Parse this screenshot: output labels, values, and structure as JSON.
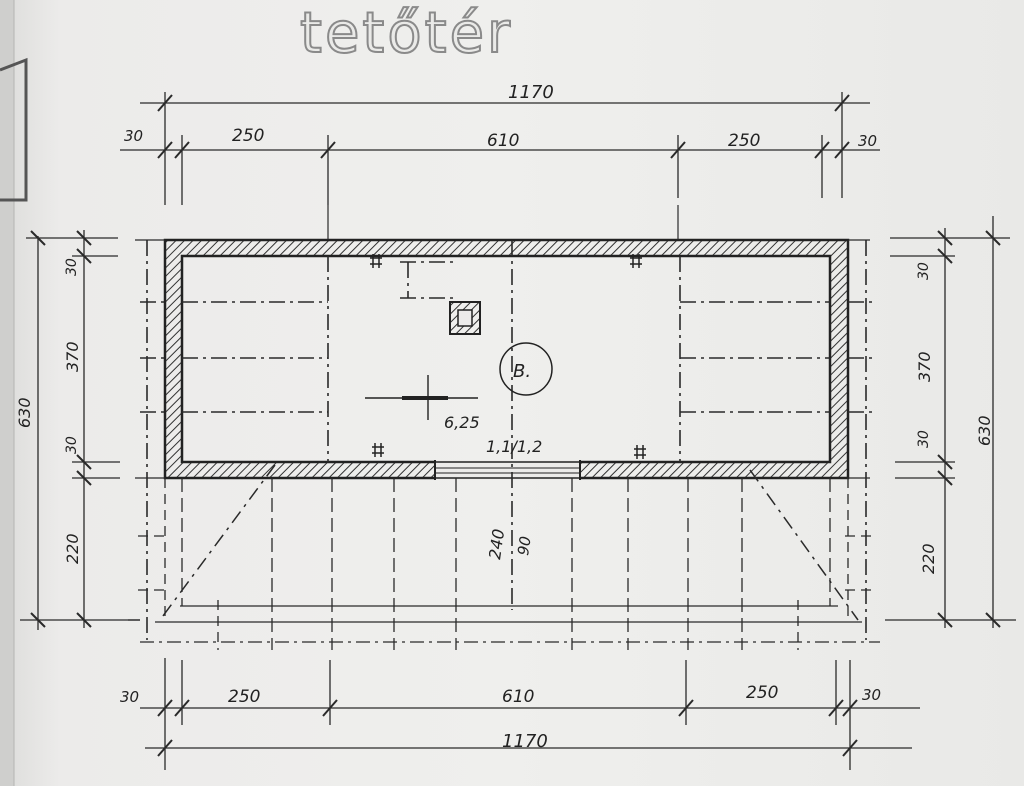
{
  "title": "tetőtér",
  "dimensions": {
    "top_total": "1170",
    "top_seg_left_wall": "30",
    "top_seg_left_room": "250",
    "top_seg_middle": "610",
    "top_seg_right_room": "250",
    "top_seg_right_wall": "30",
    "bottom_total": "1170",
    "bottom_seg_left_wall": "30",
    "bottom_seg_left_room": "250",
    "bottom_seg_middle": "610",
    "bottom_seg_right_room": "250",
    "bottom_seg_right_wall": "30",
    "left_total": "630",
    "left_wall_top": "30",
    "left_room": "370",
    "left_wall_bottom": "30",
    "left_terrace": "220",
    "right_total": "630",
    "right_wall_top": "30",
    "right_room": "370",
    "right_wall_bottom": "30",
    "right_terrace": "220"
  },
  "annotations": {
    "section_marker": "B.",
    "level_value": "6,25",
    "opening_label": "1,1/1,2",
    "terrace_depth": "240",
    "terrace_inner": "90"
  },
  "colors": {
    "ink": "#2a2a2a",
    "paper": "#ecebea",
    "title_outline": "#8a8a8a"
  }
}
